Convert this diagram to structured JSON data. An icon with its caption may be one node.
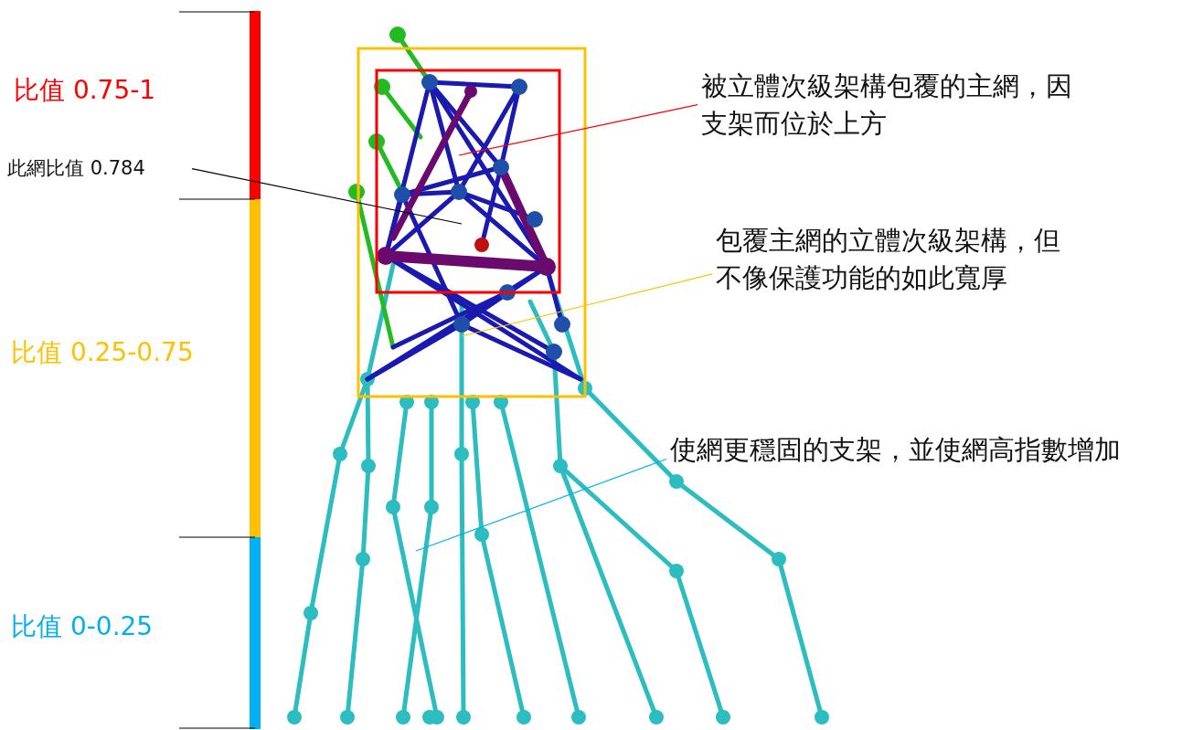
{
  "diagram": {
    "nodes": [
      {
        "text": [
          "此網比值 0.784"
        ]
      },
      {
        "text": [
          "被立體次級架構包覆的主網，因支架而位於上方"
        ]
      },
      {
        "text": [
          "包覆主網的立體次級架構，但不像保護功能的如此寬厚"
        ]
      },
      {
        "text": [
          "使網更穩固的支架，並使網高指數增加"
        ]
      }
    ],
    "edges": [
      {
        "from": 0,
        "to": null,
        "arrow": "none",
        "color": "#000000"
      },
      {
        "from": 1,
        "to": null,
        "arrow": "none",
        "color": "#ff0000"
      },
      {
        "from": 2,
        "to": null,
        "arrow": "none",
        "color": "#ffc000"
      },
      {
        "from": 3,
        "to": null,
        "arrow": "none",
        "color": "#00b0f0"
      }
    ],
    "labels": [
      "比值 0.75-1",
      "比值 0.25-0.75",
      "比值 0-0.25"
    ]
  }
}
